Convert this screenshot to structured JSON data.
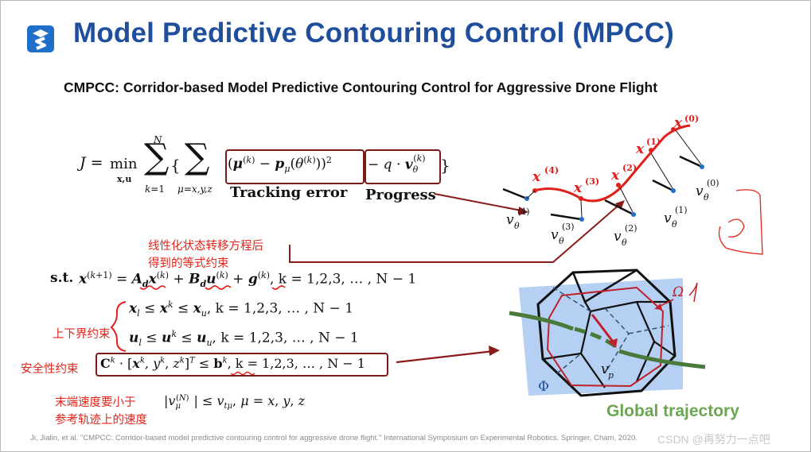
{
  "slide": {
    "title": "Model Predictive Contouring Control (MPCC)",
    "paper_title": "CMPCC: Corridor-based Model Predictive Contouring Control for Aggressive Drone Flight"
  },
  "objective": {
    "tracking_label": "Tracking error",
    "progress_label": "Progress"
  },
  "annotations": {
    "linearized_line1": "线性化状态转移方程后",
    "linearized_line2": "得到的等式约束",
    "bounds": "上下界约束",
    "safety": "安全性约束",
    "terminal_line1": "末端速度要小于",
    "terminal_line2": "参考轨迹上的速度"
  },
  "constraints": {
    "st_label": "s.t.",
    "range_text": ", k = 1,2,3, … , N − 1"
  },
  "figure": {
    "global_trajectory_label": "Global trajectory",
    "omega_label": "Ω",
    "phi_label": "Φ"
  },
  "footer": {
    "citation": "Ji, Jialin, et al. \"CMPCC: Corridor-based model predictive contouring control for aggressive drone flight.\" International Symposium on Experimental Robotics. Springer, Cham, 2020.",
    "watermark": "CSDN @再努力一点吧"
  },
  "colors": {
    "title_blue": "#1f4e9c",
    "logo_blue": "#1f6fc9",
    "annotation_red": "#e3241b",
    "box_dark_red": "#7a1a1a",
    "trajectory_red": "#e0201b",
    "global_green": "#6aa84f",
    "corridor_blue": "#a8c8f0"
  }
}
